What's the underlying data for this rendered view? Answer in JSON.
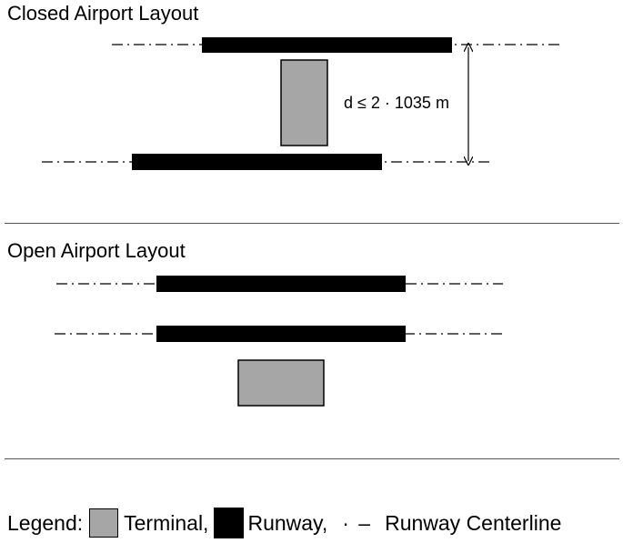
{
  "closed_layout": {
    "title": "Closed Airport Layout",
    "separation_label": "d ≤ 2 · 1035 m"
  },
  "open_layout": {
    "title": "Open Airport Layout"
  },
  "legend": {
    "prefix": "Legend:",
    "terminal_label": "Terminal,",
    "runway_label": "Runway,",
    "centerline_symbol": "· –",
    "centerline_label": "Runway Centerline"
  },
  "colors": {
    "runway": "#000000",
    "terminal": "#a6a6a6",
    "divider": "#555555"
  }
}
